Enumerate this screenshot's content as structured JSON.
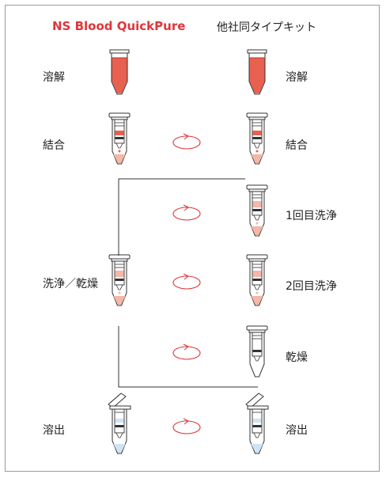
{
  "header": {
    "left": "NS Blood QuickPure",
    "right": "他社同タイプキット"
  },
  "left_steps": {
    "lysis": "溶解",
    "binding": "結合",
    "wash_dry": "洗浄／乾燥",
    "elution": "溶出"
  },
  "right_steps": {
    "lysis": "溶解",
    "binding": "結合",
    "wash1": "1回目洗浄",
    "wash2": "2回目洗浄",
    "dry": "乾燥",
    "elution": "溶出"
  },
  "colors": {
    "accent": "#e0353a",
    "sample": "#e8604f",
    "pink": "#f4b7a8",
    "blue": "#cfe3f3"
  }
}
